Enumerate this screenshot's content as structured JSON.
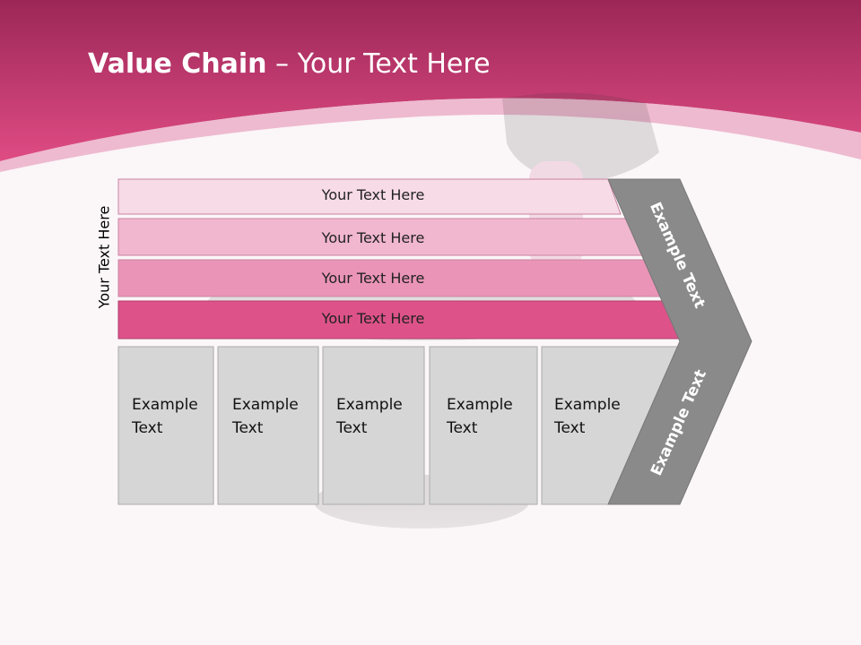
{
  "slide": {
    "title_bold": "Value Chain",
    "title_rest": " – Your Text Here",
    "vertical_label": "Your Text Here"
  },
  "bars": [
    {
      "label": "Your Text Here",
      "color": "#f7dbe7"
    },
    {
      "label": "Your Text Here",
      "color": "#f1b7cf"
    },
    {
      "label": "Your Text Here",
      "color": "#ea94b7"
    },
    {
      "label": "Your Text Here",
      "color": "#dd5389"
    }
  ],
  "boxes": [
    {
      "line1": "Example",
      "line2": "Text"
    },
    {
      "line1": "Example",
      "line2": "Text"
    },
    {
      "line1": "Example",
      "line2": "Text"
    },
    {
      "line1": "Example",
      "line2": "Text"
    },
    {
      "line1": "Example",
      "line2": "Text"
    }
  ],
  "chevron": {
    "top_label": "Example Text",
    "bottom_label": "Example Text",
    "color": "#8a8a8a"
  },
  "colors": {
    "header": "#c23a72",
    "accent": "#dd5389",
    "box_fill": "#d6d6d6"
  }
}
